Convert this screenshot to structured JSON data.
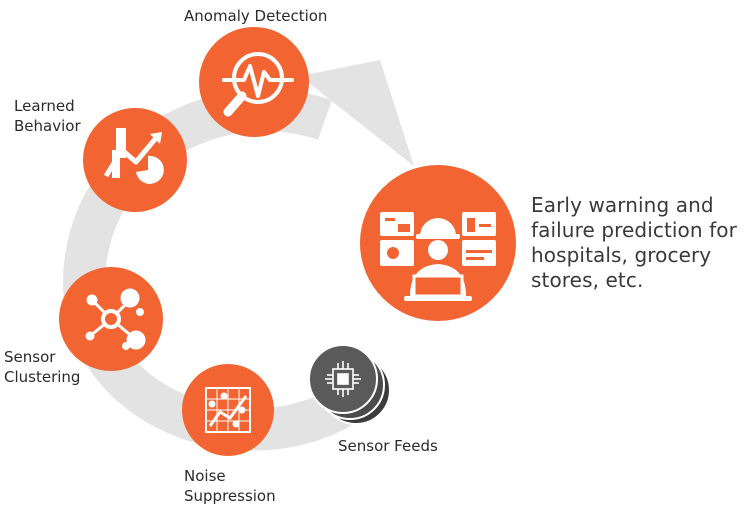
{
  "stages": {
    "anomaly_detection": "Anomaly Detection",
    "learned_behavior": "Learned\nBehavior",
    "sensor_clustering": "Sensor\nClustering",
    "noise_suppression": "Noise\nSuppression",
    "sensor_feeds": "Sensor Feeds"
  },
  "outcome": "Early warning and failure prediction for hospitals, grocery stores, etc.",
  "colors": {
    "accent": "#F26532",
    "arrow": "#E3E3E3",
    "sensor_chip": "#5A5A5A"
  },
  "icons": {
    "anomaly_detection": "magnifier-pulse-icon",
    "learned_behavior": "bar-chart-trend-icon",
    "sensor_clustering": "network-cluster-icon",
    "noise_suppression": "scatter-grid-icon",
    "sensor_feeds": "chip-stack-icon",
    "outcome": "engineer-dashboard-icon"
  }
}
